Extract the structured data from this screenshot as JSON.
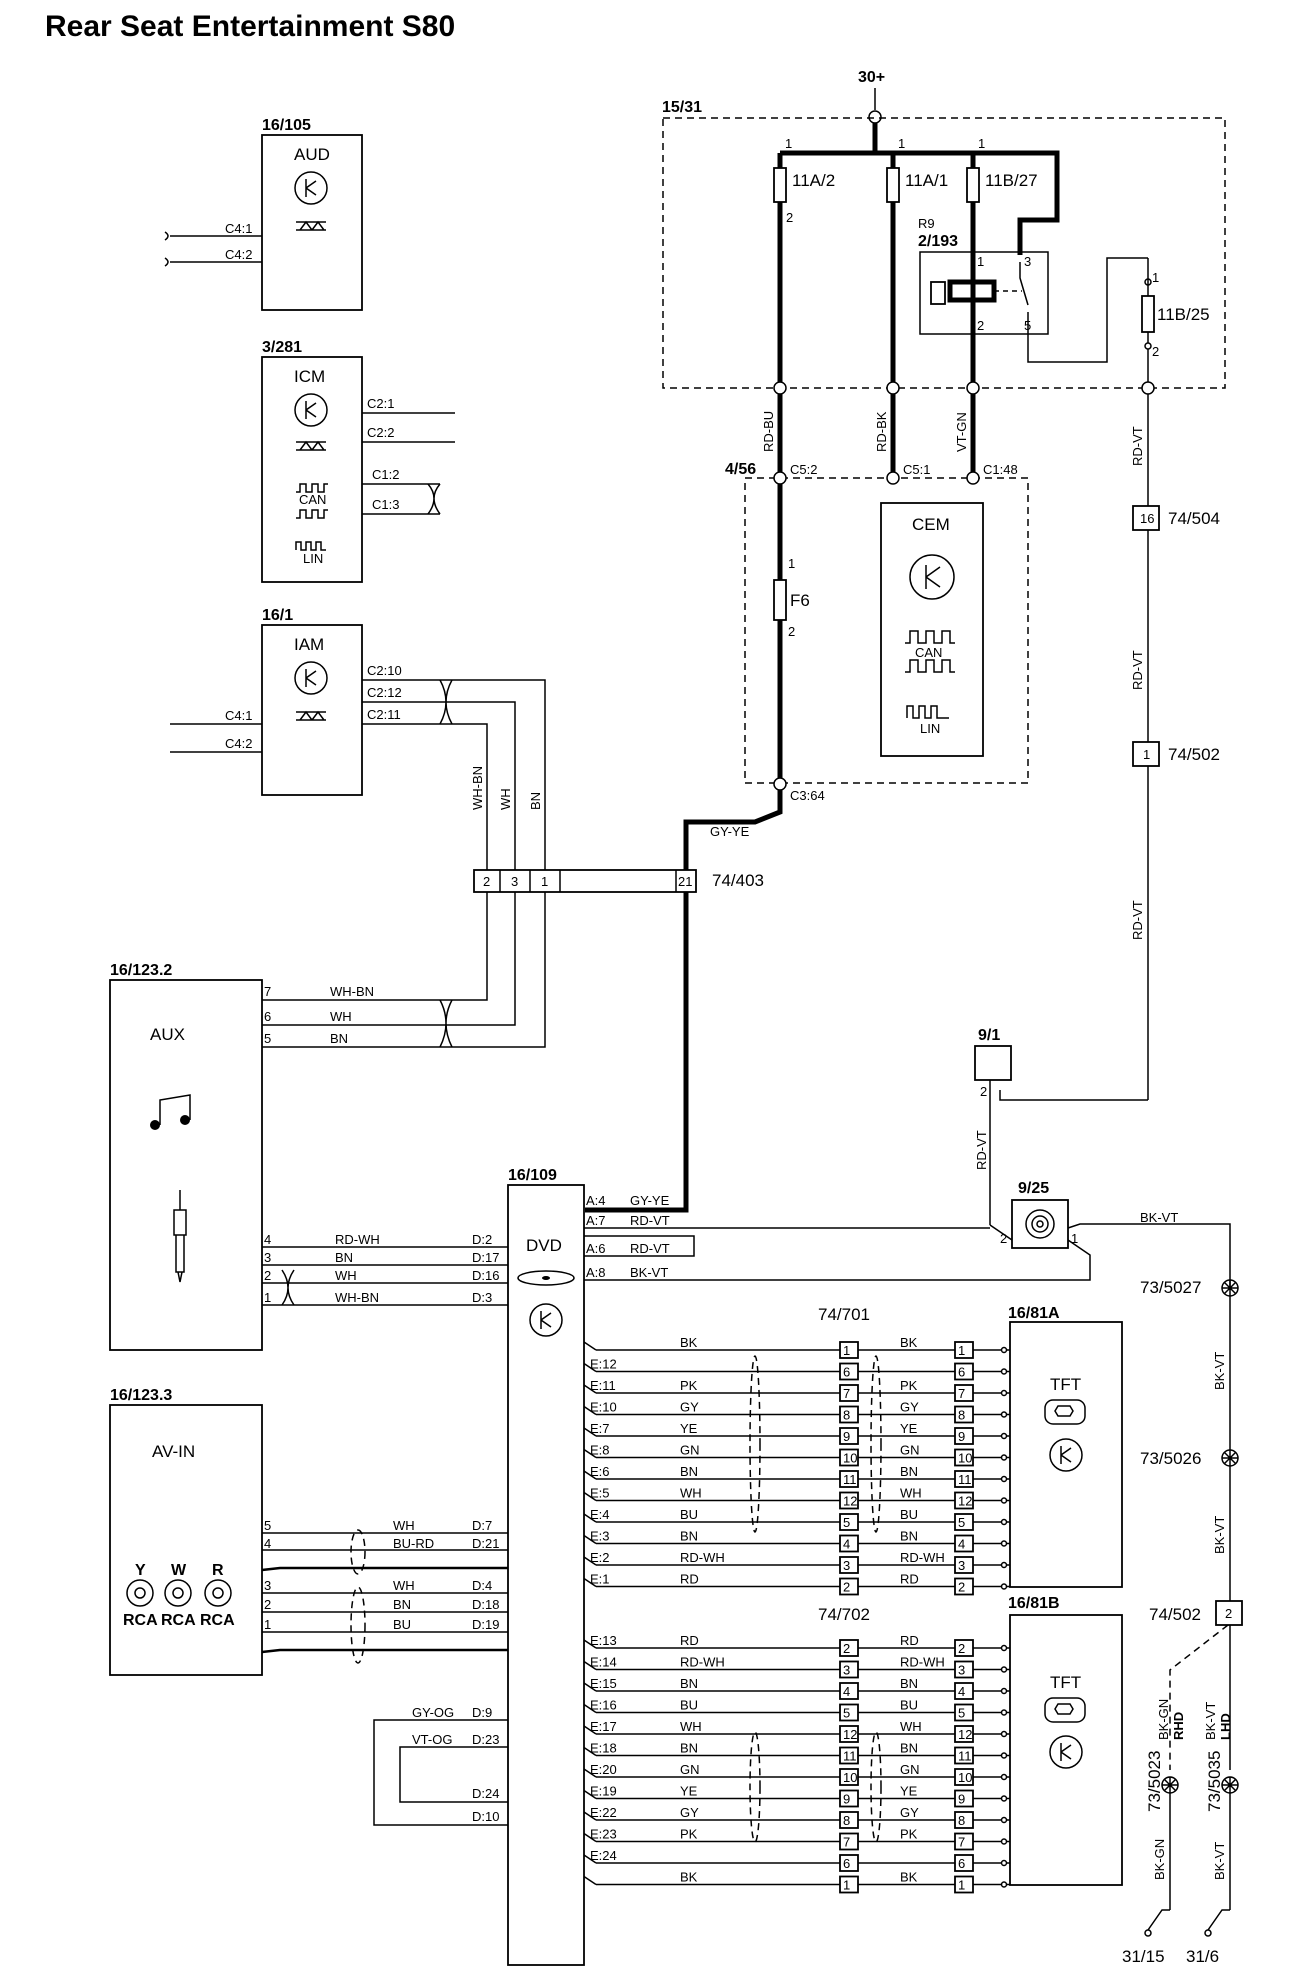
{
  "title": "Rear Seat Entertainment S80",
  "supply": "30+",
  "modules": {
    "aud": {
      "ref": "16/105",
      "name": "AUD",
      "pins": [
        "C4:1",
        "C4:2"
      ]
    },
    "icm": {
      "ref": "3/281",
      "name": "ICM",
      "pins": [
        "C2:1",
        "C2:2",
        "C1:2",
        "C1:3"
      ],
      "can": "CAN",
      "lin": "LIN"
    },
    "iam": {
      "ref": "16/1",
      "name": "IAM",
      "pins": [
        "C2:10",
        "C2:12",
        "C2:11",
        "C4:1",
        "C4:2"
      ]
    },
    "aux": {
      "ref": "16/123.2",
      "name": "AUX"
    },
    "avin": {
      "ref": "16/123.3",
      "name": "AV-IN",
      "jacks": [
        "Y",
        "W",
        "R"
      ],
      "jack_label": "RCA"
    },
    "dvd": {
      "ref": "16/109",
      "name": "DVD"
    },
    "cem": {
      "ref": "4/56",
      "name": "CEM",
      "pins": [
        "C5:2",
        "C5:1",
        "C1:48",
        "C3:64"
      ],
      "can": "CAN",
      "lin": "LIN",
      "fuse": "F6"
    },
    "tft_a": {
      "ref": "16/81A",
      "name": "TFT"
    },
    "tft_b": {
      "ref": "16/81B",
      "name": "TFT"
    }
  },
  "fusebox": {
    "ref": "15/31",
    "fuses": [
      "11A/2",
      "11A/1",
      "11B/27",
      "11B/25"
    ],
    "relay_ref": "2/193",
    "relay_name": "R9"
  },
  "connectors": {
    "c74_403": "74/403",
    "c74_504": "74/504",
    "c74_502_top": "74/502",
    "c74_502_bottom": "74/502",
    "c74_701": "74/701",
    "c74_702": "74/702",
    "c9_1": "9/1",
    "c9_25": "9/25",
    "g73_5027": "73/5027",
    "g73_5026": "73/5026",
    "g73_5023": "73/5023",
    "g73_5035": "73/5035",
    "g31_15": "31/15",
    "g31_6": "31/6",
    "rhd": "RHD",
    "lhd": "LHD"
  },
  "wires": {
    "rd_bu": "RD-BU",
    "rd_bk": "RD-BK",
    "vt_gn": "VT-GN",
    "rd_vt": "RD-VT",
    "gy_ye": "GY-YE",
    "wh_bn": "WH-BN",
    "wh": "WH",
    "bn": "BN",
    "bk_vt": "BK-VT",
    "bk_gn": "BK-GN"
  },
  "aux_rows": [
    {
      "pin": "7",
      "color": "WH-BN"
    },
    {
      "pin": "6",
      "color": "WH"
    },
    {
      "pin": "5",
      "color": "BN"
    },
    {
      "pin": "4",
      "color": "RD-WH",
      "dvd": "D:2"
    },
    {
      "pin": "3",
      "color": "BN",
      "dvd": "D:17"
    },
    {
      "pin": "2",
      "color": "WH",
      "dvd": "D:16"
    },
    {
      "pin": "1",
      "color": "WH-BN",
      "dvd": "D:3"
    }
  ],
  "dvd_a_pins": [
    {
      "pin": "A:4",
      "color": "GY-YE"
    },
    {
      "pin": "A:7",
      "color": "RD-VT"
    },
    {
      "pin": "A:6",
      "color": "RD-VT"
    },
    {
      "pin": "A:8",
      "color": "BK-VT"
    }
  ],
  "avin_rows": [
    {
      "pin": "5",
      "color": "WH",
      "dvd": "D:7"
    },
    {
      "pin": "4",
      "color": "BU-RD",
      "dvd": "D:21"
    },
    {
      "pin": "3",
      "color": "WH",
      "dvd": "D:4"
    },
    {
      "pin": "2",
      "color": "BN",
      "dvd": "D:18"
    },
    {
      "pin": "1",
      "color": "BU",
      "dvd": "D:19"
    }
  ],
  "loop_pins": [
    {
      "color": "GY-OG",
      "dvd": "D:9"
    },
    {
      "color": "VT-OG",
      "dvd": "D:23"
    },
    {
      "color": "",
      "dvd": "D:24"
    },
    {
      "color": "",
      "dvd": "D:10"
    }
  ],
  "tft_a_rows": [
    {
      "e": "",
      "c1": "BK",
      "k": "1",
      "c2": "BK",
      "t": "1"
    },
    {
      "e": "E:12",
      "c1": "",
      "k": "6",
      "c2": "",
      "t": "6"
    },
    {
      "e": "E:11",
      "c1": "PK",
      "k": "7",
      "c2": "PK",
      "t": "7"
    },
    {
      "e": "E:10",
      "c1": "GY",
      "k": "8",
      "c2": "GY",
      "t": "8"
    },
    {
      "e": "E:7",
      "c1": "YE",
      "k": "9",
      "c2": "YE",
      "t": "9"
    },
    {
      "e": "E:8",
      "c1": "GN",
      "k": "10",
      "c2": "GN",
      "t": "10"
    },
    {
      "e": "E:6",
      "c1": "BN",
      "k": "11",
      "c2": "BN",
      "t": "11"
    },
    {
      "e": "E:5",
      "c1": "WH",
      "k": "12",
      "c2": "WH",
      "t": "12"
    },
    {
      "e": "E:4",
      "c1": "BU",
      "k": "5",
      "c2": "BU",
      "t": "5"
    },
    {
      "e": "E:3",
      "c1": "BN",
      "k": "4",
      "c2": "BN",
      "t": "4"
    },
    {
      "e": "E:2",
      "c1": "RD-WH",
      "k": "3",
      "c2": "RD-WH",
      "t": "3"
    },
    {
      "e": "E:1",
      "c1": "RD",
      "k": "2",
      "c2": "RD",
      "t": "2"
    }
  ],
  "tft_b_rows": [
    {
      "e": "E:13",
      "c1": "RD",
      "k": "2",
      "c2": "RD",
      "t": "2"
    },
    {
      "e": "E:14",
      "c1": "RD-WH",
      "k": "3",
      "c2": "RD-WH",
      "t": "3"
    },
    {
      "e": "E:15",
      "c1": "BN",
      "k": "4",
      "c2": "BN",
      "t": "4"
    },
    {
      "e": "E:16",
      "c1": "BU",
      "k": "5",
      "c2": "BU",
      "t": "5"
    },
    {
      "e": "E:17",
      "c1": "WH",
      "k": "12",
      "c2": "WH",
      "t": "12"
    },
    {
      "e": "E:18",
      "c1": "BN",
      "k": "11",
      "c2": "BN",
      "t": "11"
    },
    {
      "e": "E:20",
      "c1": "GN",
      "k": "10",
      "c2": "GN",
      "t": "10"
    },
    {
      "e": "E:19",
      "c1": "YE",
      "k": "9",
      "c2": "YE",
      "t": "9"
    },
    {
      "e": "E:22",
      "c1": "GY",
      "k": "8",
      "c2": "GY",
      "t": "8"
    },
    {
      "e": "E:23",
      "c1": "PK",
      "k": "7",
      "c2": "PK",
      "t": "7"
    },
    {
      "e": "E:24",
      "c1": "",
      "k": "6",
      "c2": "",
      "t": "6"
    },
    {
      "e": "",
      "c1": "BK",
      "k": "1",
      "c2": "BK",
      "t": "1"
    }
  ],
  "misc": {
    "c74_403_pins": [
      "2",
      "3",
      "1",
      "21"
    ],
    "pin1": "1",
    "pin2": "2",
    "pin3": "3",
    "pin5": "5",
    "pin16": "16"
  }
}
